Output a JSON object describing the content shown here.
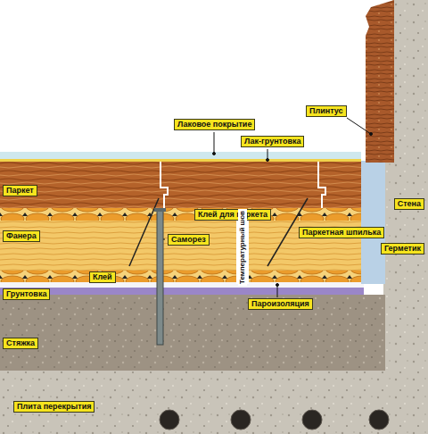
{
  "diagram": {
    "labels": [
      "Плинтус",
      "Лаковое покрытие",
      "Лак-грунтовка",
      "Паркет",
      "Стена",
      "Клей для паркета",
      "Паркетная шпилька",
      "Фанера",
      "Саморез",
      "Температурный шов",
      "Герметик",
      "Клей",
      "Пароизоляция",
      "Грунтовка",
      "Стяжка",
      "Плита перекрытия"
    ]
  }
}
